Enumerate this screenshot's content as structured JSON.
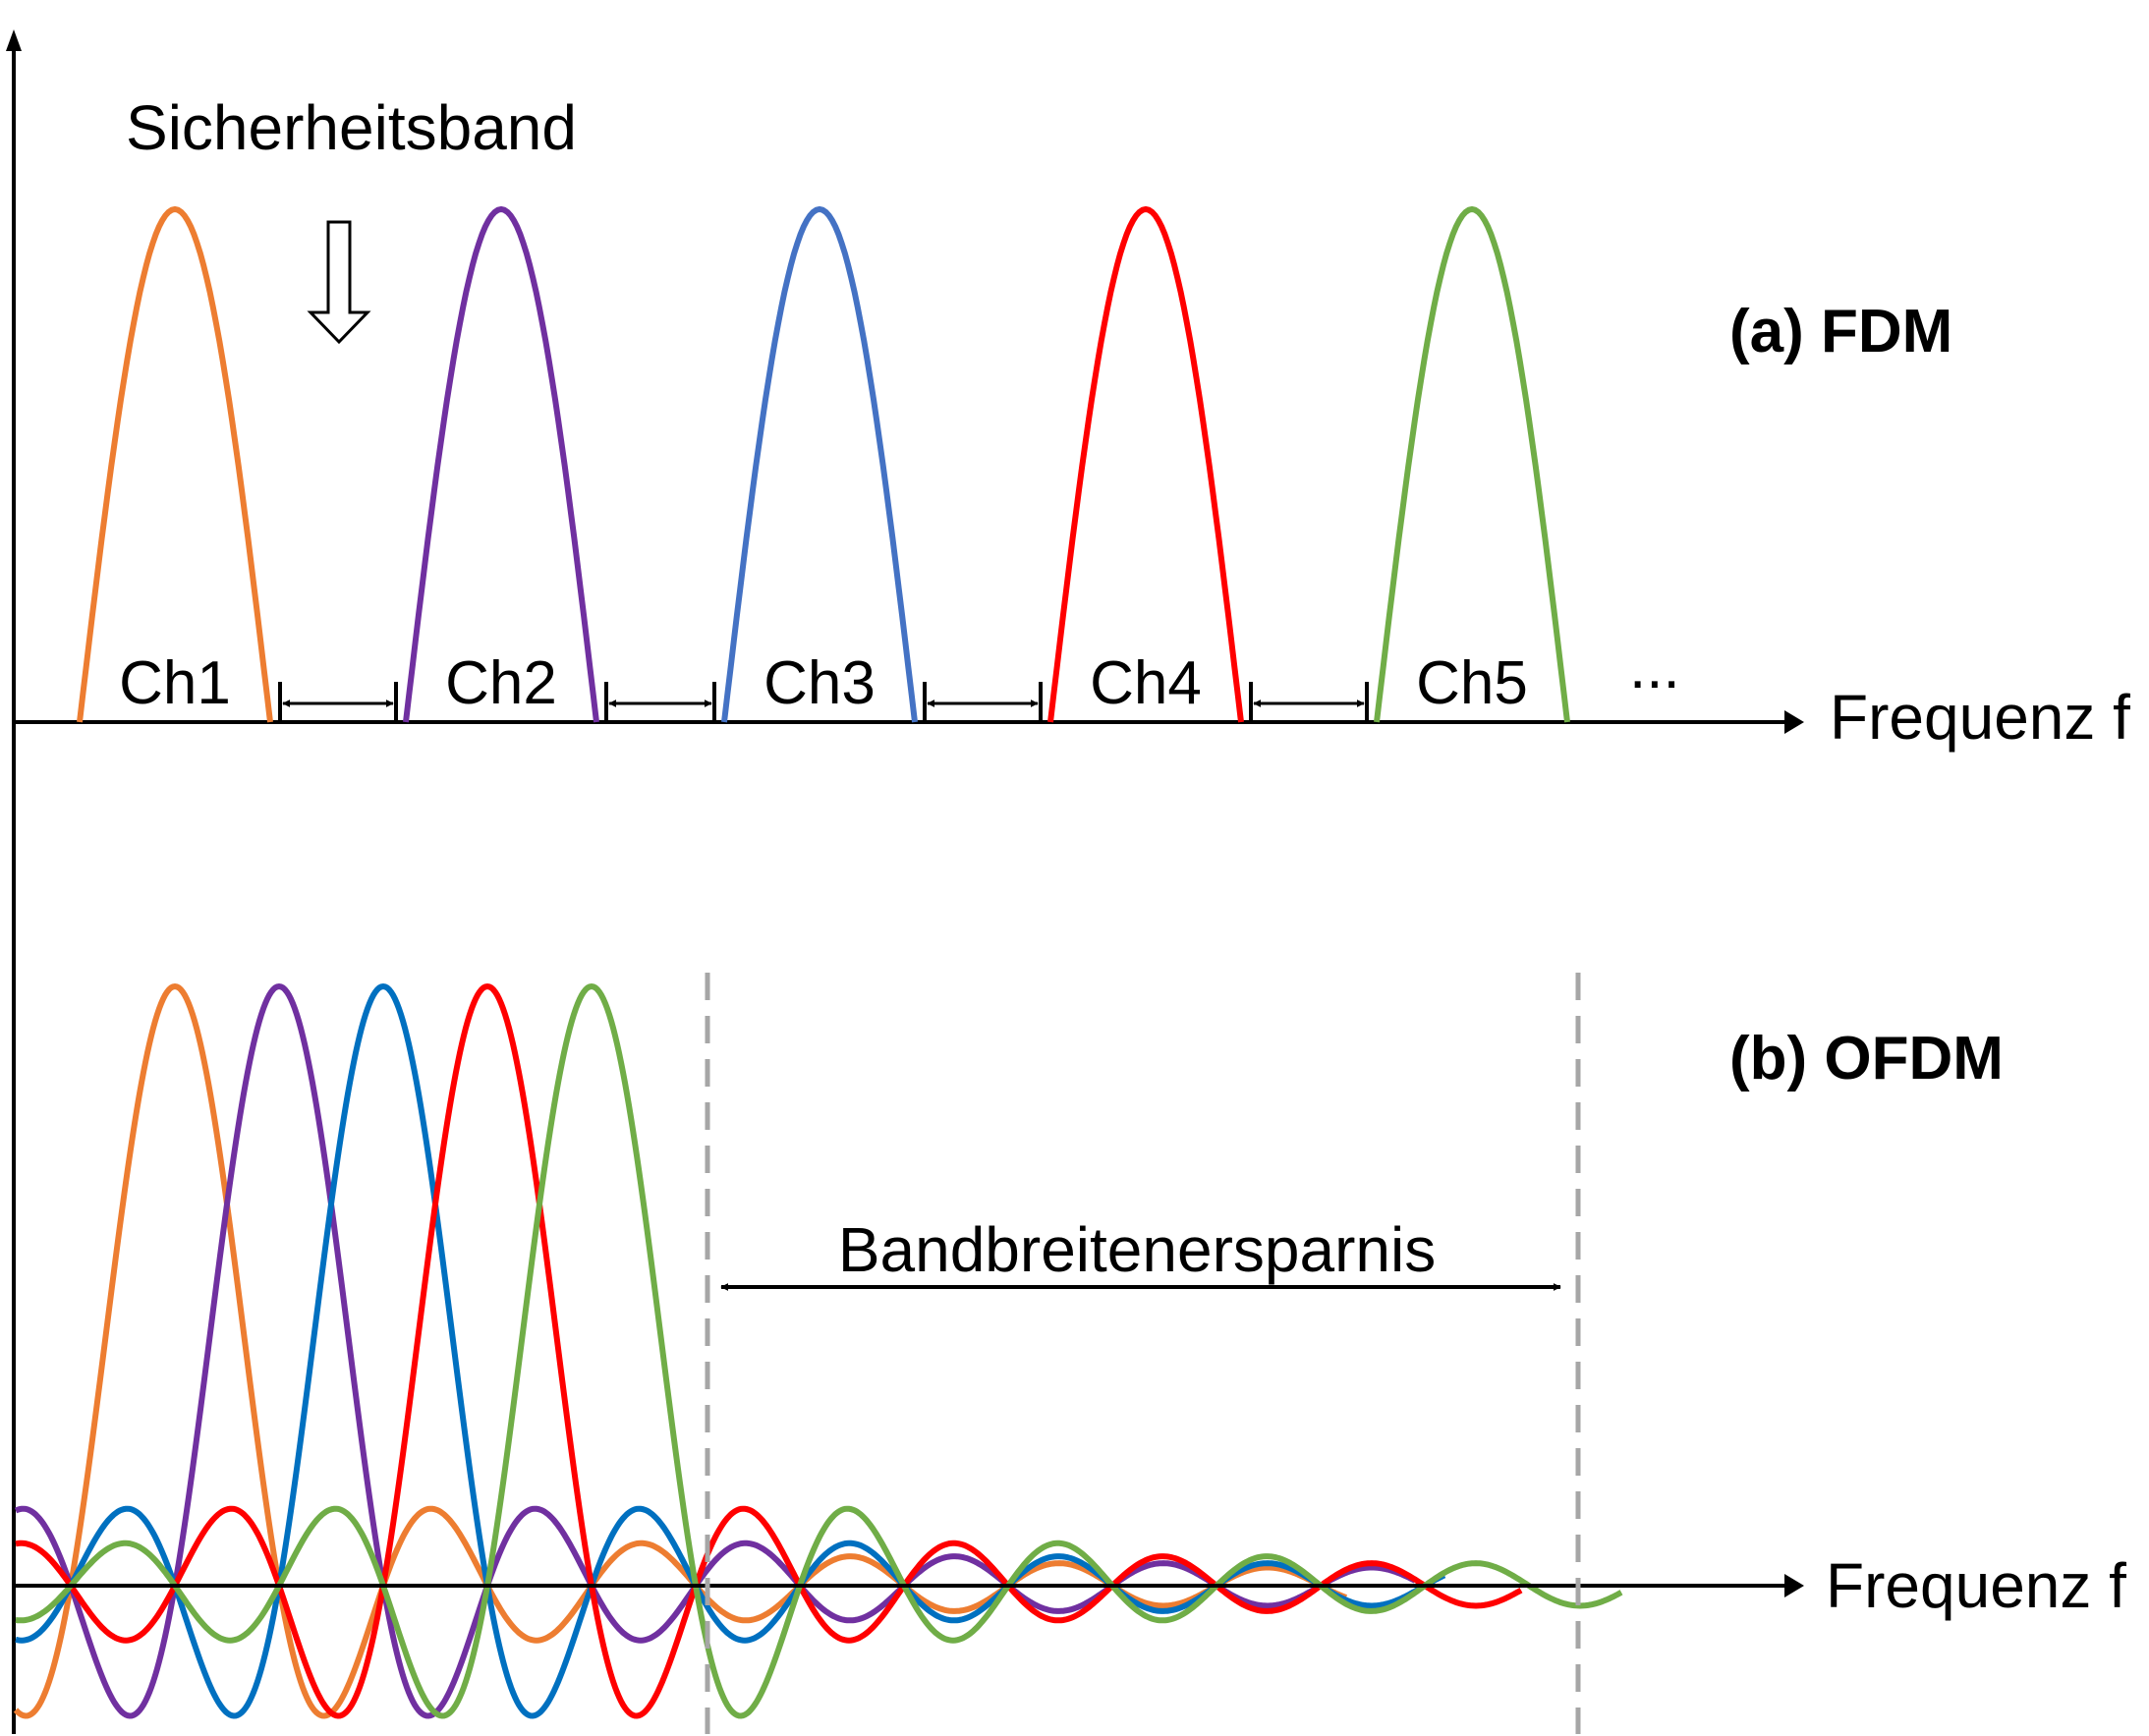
{
  "top": {
    "guard_label": "Sicherheitsband",
    "title": "(a) FDM",
    "axis_label": "Frequenz f",
    "ellipsis": "...",
    "channels": [
      {
        "label": "Ch1",
        "color": "#ED7D31"
      },
      {
        "label": "Ch2",
        "color": "#7030A0"
      },
      {
        "label": "Ch3",
        "color": "#4472C4"
      },
      {
        "label": "Ch4",
        "color": "#FF0000"
      },
      {
        "label": "Ch5",
        "color": "#70AD47"
      }
    ]
  },
  "bottom": {
    "title": "(b) OFDM",
    "axis_label": "Frequenz f",
    "savings_label": "Bandbreitenersparnis",
    "subcarriers": [
      {
        "color": "#ED7D31"
      },
      {
        "color": "#7030A0"
      },
      {
        "color": "#0070C0"
      },
      {
        "color": "#FF0000"
      },
      {
        "color": "#70AD47"
      }
    ]
  }
}
